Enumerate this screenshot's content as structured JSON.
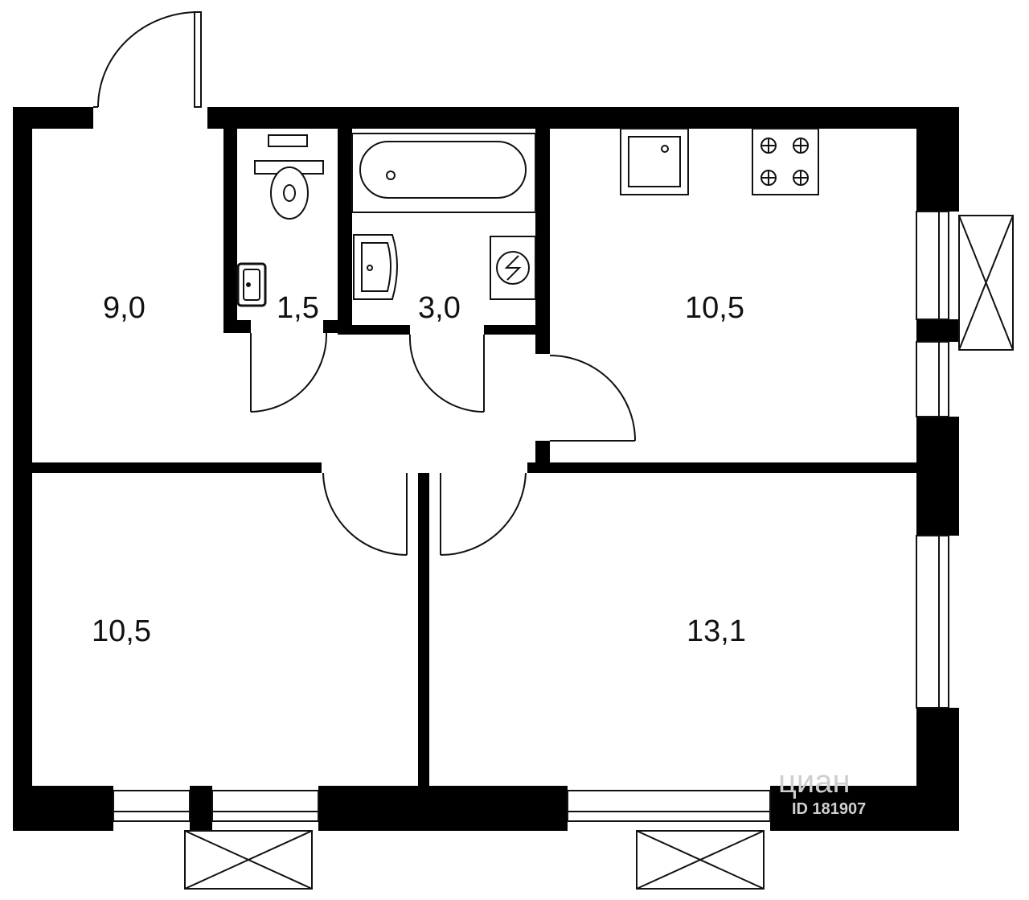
{
  "colors": {
    "wall": "#000000",
    "fixture_stroke": "#111111",
    "background": "#ffffff",
    "watermark": "#cfcfcf"
  },
  "rooms": [
    {
      "id": "hall",
      "area": "9,0"
    },
    {
      "id": "wc",
      "area": "1,5"
    },
    {
      "id": "bath",
      "area": "3,0"
    },
    {
      "id": "kitchen",
      "area": "10,5"
    },
    {
      "id": "bedroom",
      "area": "10,5"
    },
    {
      "id": "living",
      "area": "13,1"
    }
  ],
  "fixtures": [
    "toilet-icon",
    "sink-icon",
    "bathtub-icon",
    "washing-machine-icon",
    "kitchen-sink-icon",
    "stove-icon"
  ],
  "watermark": {
    "brand": "циан",
    "id_text": "ID 181907"
  }
}
